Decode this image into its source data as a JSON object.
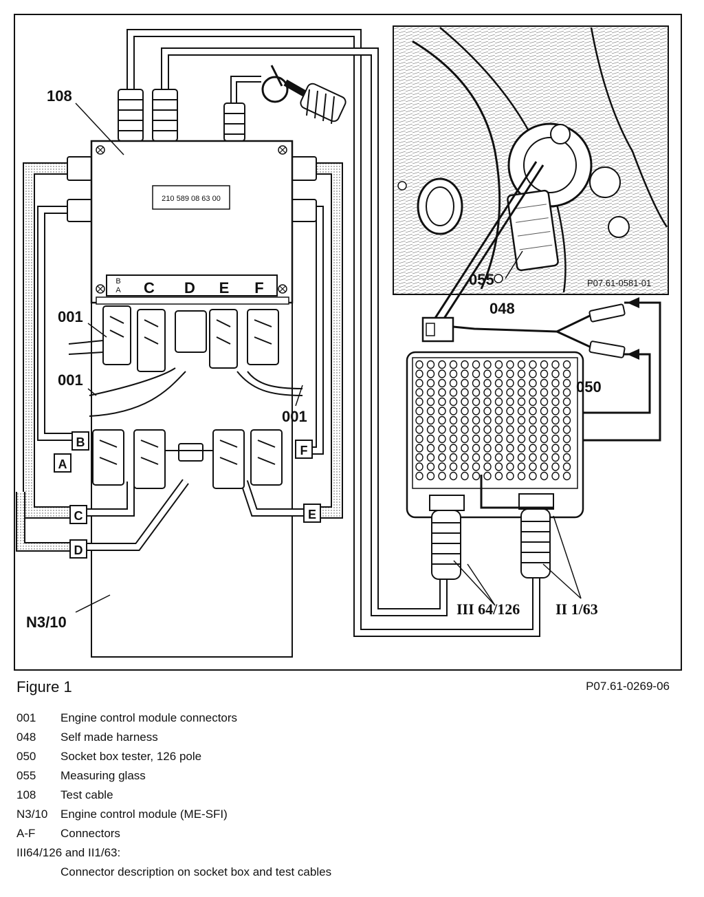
{
  "figure": {
    "title": "Figure 1",
    "ref": "P07.61-0269-06"
  },
  "callouts": {
    "c108": "108",
    "c001a": "001",
    "c001b": "001",
    "c001c": "001",
    "n310": "N3/10",
    "c055": "055",
    "c048": "048",
    "c050": "050",
    "port3": "III 64/126",
    "port2": "II 1/63"
  },
  "module": {
    "part_number": "210 589 08 63 00",
    "header_letters": [
      "B",
      "A",
      "C",
      "D",
      "E",
      "F"
    ]
  },
  "connector_tags": [
    "A",
    "B",
    "C",
    "D",
    "E",
    "F"
  ],
  "photo": {
    "ref": "P07.61-0581-01"
  },
  "legend": [
    {
      "code": "001",
      "text": "Engine control module connectors"
    },
    {
      "code": "048",
      "text": "Self made harness"
    },
    {
      "code": "050",
      "text": "Socket box tester, 126 pole"
    },
    {
      "code": "055",
      "text": "Measuring glass"
    },
    {
      "code": "108",
      "text": "Test cable"
    },
    {
      "code": "N3/10",
      "text": "Engine control module (ME-SFI)"
    },
    {
      "code": "A-F",
      "text": "Connectors"
    }
  ],
  "legend_note": {
    "head": "III64/126 and II1/63:",
    "text": "Connector description on socket box and test cables"
  }
}
